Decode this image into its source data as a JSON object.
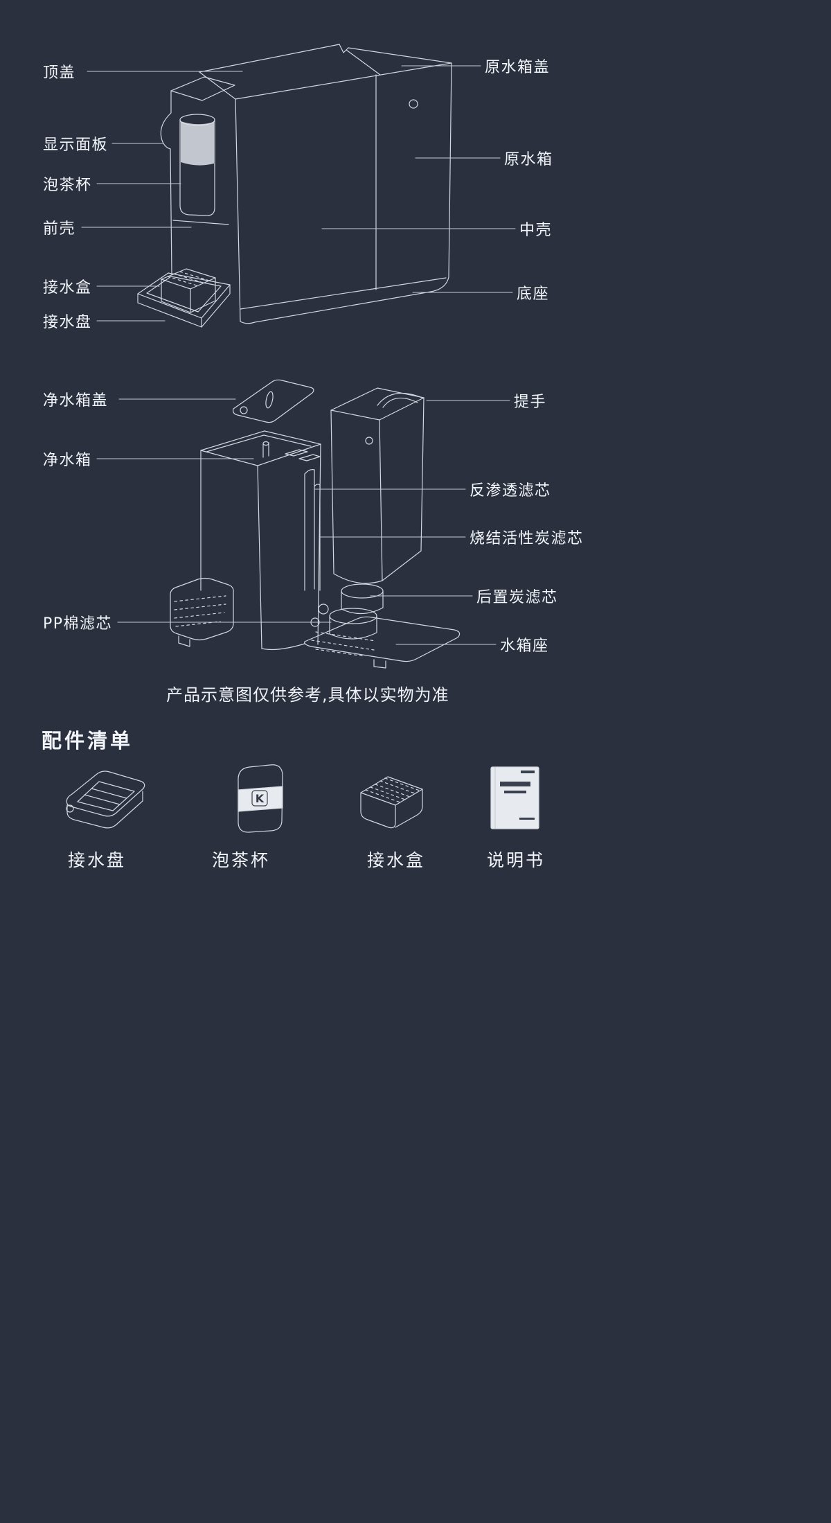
{
  "page": {
    "background": "#2a303e",
    "line_color": "#d3d8e0",
    "text_color": "#f2f5f9"
  },
  "assembled_view": {
    "labels": {
      "top_cover": "顶盖",
      "display_panel": "显示面板",
      "tea_cup": "泡茶杯",
      "front_shell": "前壳",
      "water_box": "接水盒",
      "drip_tray": "接水盘",
      "raw_tank_lid": "原水箱盖",
      "raw_tank": "原水箱",
      "middle_shell": "中壳",
      "base": "底座"
    }
  },
  "exploded_view": {
    "labels": {
      "clean_tank_lid": "净水箱盖",
      "clean_tank": "净水箱",
      "pp_cotton_filter": "PP棉滤芯",
      "handle": "提手",
      "ro_filter": "反渗透滤芯",
      "sintered_carbon_filter": "烧结活性炭滤芯",
      "rear_carbon_filter": "后置炭滤芯",
      "tank_base": "水箱座"
    }
  },
  "disclaimer": "产品示意图仅供参考,具体以实物为准",
  "accessories": {
    "heading": "配件清单",
    "cup_logo": "K",
    "items": [
      {
        "label": "接水盘"
      },
      {
        "label": "泡茶杯"
      },
      {
        "label": "接水盒"
      },
      {
        "label": "说明书"
      }
    ]
  }
}
